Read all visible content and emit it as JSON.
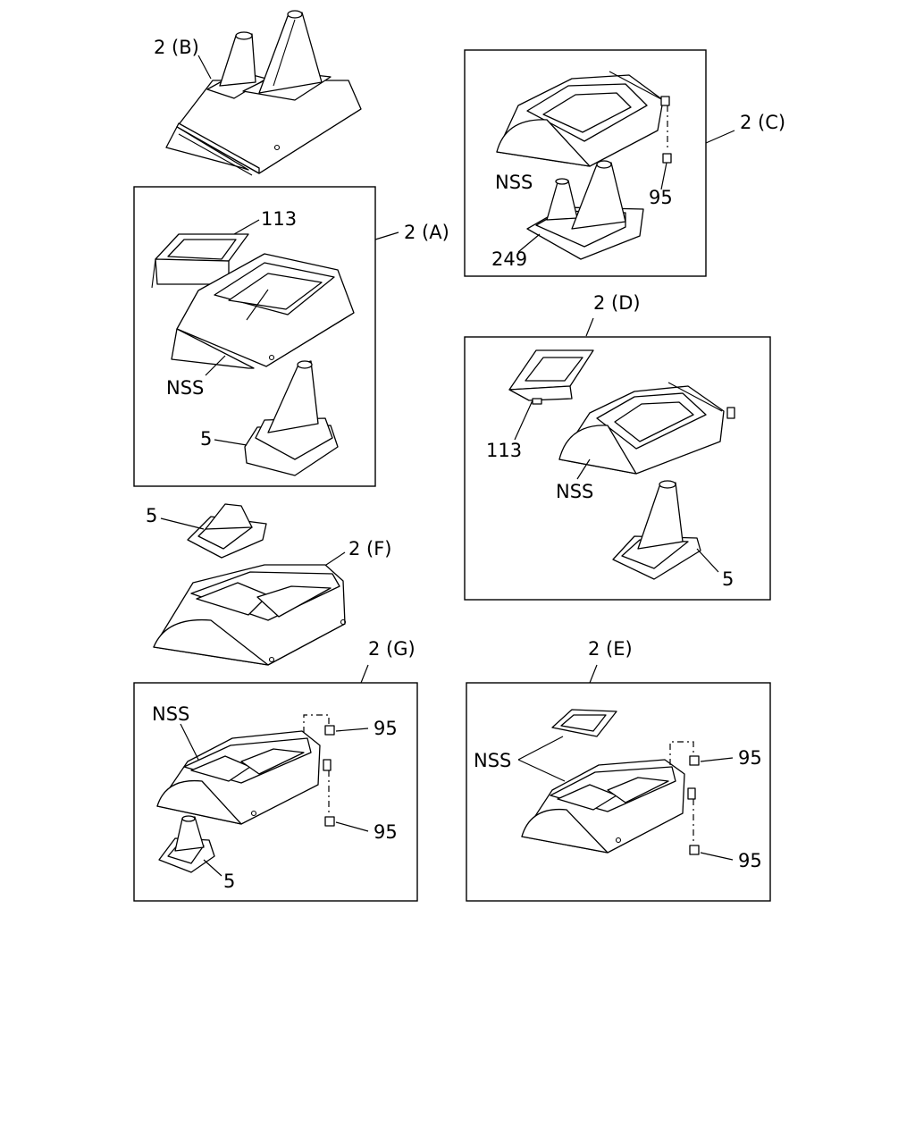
{
  "labels": {
    "b_title": "2 (B)",
    "a_title": "2 (A)",
    "a_113": "113",
    "a_nss": "NSS",
    "a_5": "5",
    "c_title": "2 (C)",
    "c_nss": "NSS",
    "c_95": "95",
    "c_249": "249",
    "d_title": "2 (D)",
    "d_113": "113",
    "d_nss": "NSS",
    "d_5": "5",
    "f_5": "5",
    "f_title": "2 (F)",
    "g_title": "2 (G)",
    "g_nss": "NSS",
    "g_95_top": "95",
    "g_95_bottom": "95",
    "g_5": "5",
    "e_title": "2 (E)",
    "e_nss": "NSS",
    "e_95_top": "95",
    "e_95_bottom": "95"
  },
  "icons": [
    "console-with-dual-shift-boots-icon",
    "console-cover-icon",
    "coin-tray-icon",
    "shift-boot-icon",
    "clip-fastener-icon"
  ]
}
